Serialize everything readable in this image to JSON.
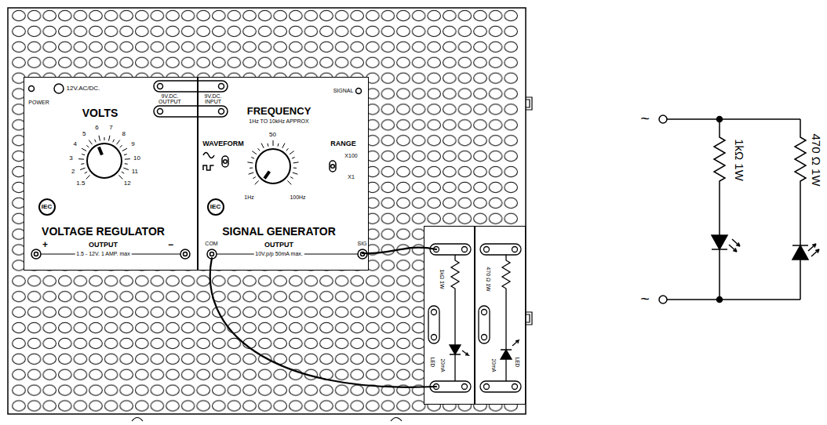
{
  "diagram": {
    "nodes": [
      {
        "text": [
          "POWER",
          "12V.AC/DC.",
          "VOLTS",
          "1.5",
          "2",
          "3",
          "4",
          "5",
          "6",
          "7",
          "8",
          "9",
          "10",
          "11",
          "12",
          "IEC",
          "VOLTAGE REGULATOR",
          "OUTPUT",
          "1.5 - 12V. 1 AMP. max",
          "+",
          "−",
          "9V.DC. OUTPUT"
        ]
      },
      {
        "text": [
          "SIGNAL",
          "9V.DC. INPUT",
          "FREQUENCY",
          "1Hz TO 10kHz APPROX",
          "50",
          "1Hz",
          "100Hz",
          "WAVEFORM",
          "RANGE",
          "X100",
          "X1",
          "IEC",
          "SIGNAL GENERATOR",
          "COM",
          "OUTPUT",
          "10V.p/p 50mA max.",
          "SIG"
        ]
      },
      {
        "text": [
          "1kΩ 1W",
          "LED",
          "20mA"
        ]
      },
      {
        "text": [
          "470 Ω 1W",
          "20mA",
          "LED"
        ]
      }
    ],
    "edges": [
      {
        "from": 1,
        "to": 2,
        "arrow": "none"
      },
      {
        "from": 1,
        "to": 2,
        "arrow": "none"
      }
    ],
    "labels": [
      "~",
      "~",
      "1kΩ 1W",
      "470 Ω 1W"
    ]
  }
}
